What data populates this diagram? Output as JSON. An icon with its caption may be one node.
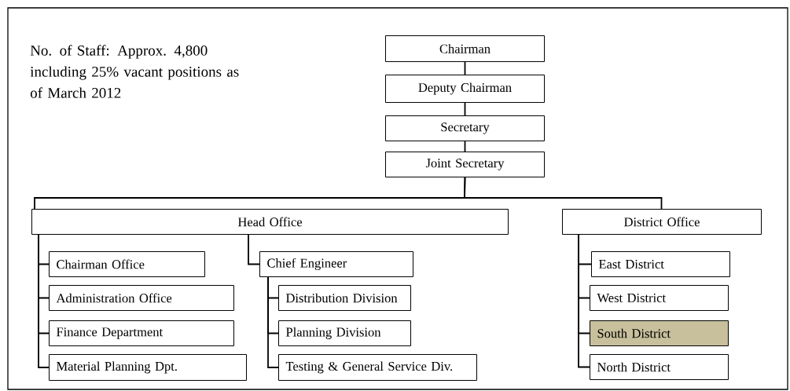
{
  "diagram": {
    "nodes": [
      {
        "text": [
          "Chairman"
        ]
      },
      {
        "text": [
          "Deputy Chairman"
        ]
      },
      {
        "text": [
          "Secretary"
        ]
      },
      {
        "text": [
          "Joint Secretary"
        ]
      },
      {
        "text": [
          "Head Office"
        ]
      },
      {
        "text": [
          "District Office"
        ]
      },
      {
        "text": [
          "Chairman Office"
        ]
      },
      {
        "text": [
          "Administration Office"
        ]
      },
      {
        "text": [
          "Finance Department"
        ]
      },
      {
        "text": [
          "Material Planning Dpt."
        ]
      },
      {
        "text": [
          "Chief Engineer"
        ]
      },
      {
        "text": [
          "Distribution Division"
        ]
      },
      {
        "text": [
          "Planning Division"
        ]
      },
      {
        "text": [
          "Testing & General Service Div."
        ]
      },
      {
        "text": [
          "East District"
        ]
      },
      {
        "text": [
          "West District"
        ]
      },
      {
        "text": [
          "South District"
        ]
      },
      {
        "text": [
          "North District"
        ]
      }
    ],
    "edges": [
      {
        "from": 0,
        "to": 1,
        "arrow": "none"
      },
      {
        "from": 1,
        "to": 2,
        "arrow": "none"
      },
      {
        "from": 2,
        "to": 3,
        "arrow": "none"
      },
      {
        "from": 3,
        "to": 4,
        "arrow": "none"
      },
      {
        "from": 3,
        "to": 5,
        "arrow": "none"
      },
      {
        "from": 4,
        "to": 6,
        "arrow": "none"
      },
      {
        "from": 4,
        "to": 7,
        "arrow": "none"
      },
      {
        "from": 4,
        "to": 8,
        "arrow": "none"
      },
      {
        "from": 4,
        "to": 9,
        "arrow": "none"
      },
      {
        "from": 4,
        "to": 10,
        "arrow": "none"
      },
      {
        "from": 10,
        "to": 11,
        "arrow": "none"
      },
      {
        "from": 10,
        "to": 12,
        "arrow": "none"
      },
      {
        "from": 10,
        "to": 13,
        "arrow": "none"
      },
      {
        "from": 5,
        "to": 14,
        "arrow": "none"
      },
      {
        "from": 5,
        "to": 15,
        "arrow": "none"
      },
      {
        "from": 5,
        "to": 16,
        "arrow": "none"
      },
      {
        "from": 5,
        "to": 17,
        "arrow": "none"
      }
    ],
    "labels": [
      "No. of Staff: Approx. 4,800 including 25% vacant positions as of March 2012"
    ]
  }
}
